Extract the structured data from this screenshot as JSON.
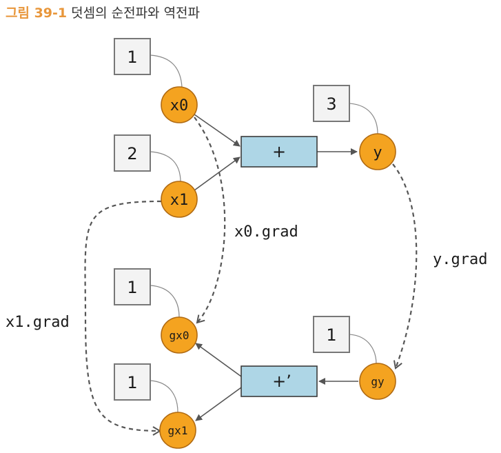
{
  "caption": {
    "number": "그림 39-1",
    "title": "덧셈의 순전파와 역전파"
  },
  "nodes": {
    "x0": "x0",
    "x1": "x1",
    "y": "y",
    "gx0": "gx0",
    "gx1": "gx1",
    "gy": "gy"
  },
  "values": {
    "x0": "1",
    "x1": "2",
    "y": "3",
    "gx0": "1",
    "gx1": "1",
    "gy": "1"
  },
  "ops": {
    "forward": "+",
    "backward": "+’"
  },
  "edge_labels": {
    "x0_grad": "x0.grad",
    "y_grad": "y.grad",
    "x1_grad": "x1.grad"
  }
}
